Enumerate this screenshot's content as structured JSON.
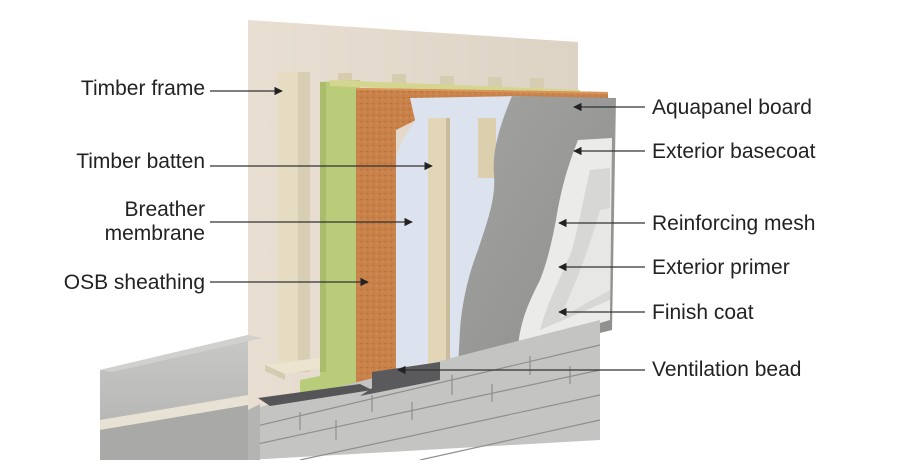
{
  "diagram": {
    "subject": "External wall build-up cutaway",
    "colors": {
      "background_board": "#e2d9cc",
      "timber": "#e6dcc2",
      "insulation": "#b8cc7a",
      "osb": "#c9814a",
      "membrane": "#dde3ee",
      "aquapanel": "#9a9a98",
      "render_light": "#e4e4e2",
      "blockwork": "#c4c4c2",
      "slab": "#bdbdbb",
      "ventilation_bead": "#5a5a5c",
      "leader_line": "#333333",
      "label_text": "#222222"
    },
    "labels_left": [
      {
        "id": "timber-frame",
        "text": "Timber frame"
      },
      {
        "id": "timber-batten",
        "text": "Timber batten"
      },
      {
        "id": "breather-membrane",
        "line1": "Breather",
        "line2": "membrane"
      },
      {
        "id": "osb-sheathing",
        "text": "OSB sheathing"
      }
    ],
    "labels_right": [
      {
        "id": "aquapanel-board",
        "text": "Aquapanel board"
      },
      {
        "id": "exterior-basecoat",
        "text": "Exterior basecoat"
      },
      {
        "id": "reinforcing-mesh",
        "text": "Reinforcing mesh"
      },
      {
        "id": "exterior-primer",
        "text": "Exterior primer"
      },
      {
        "id": "finish-coat",
        "text": "Finish coat"
      },
      {
        "id": "ventilation-bead",
        "text": "Ventilation bead"
      }
    ]
  }
}
